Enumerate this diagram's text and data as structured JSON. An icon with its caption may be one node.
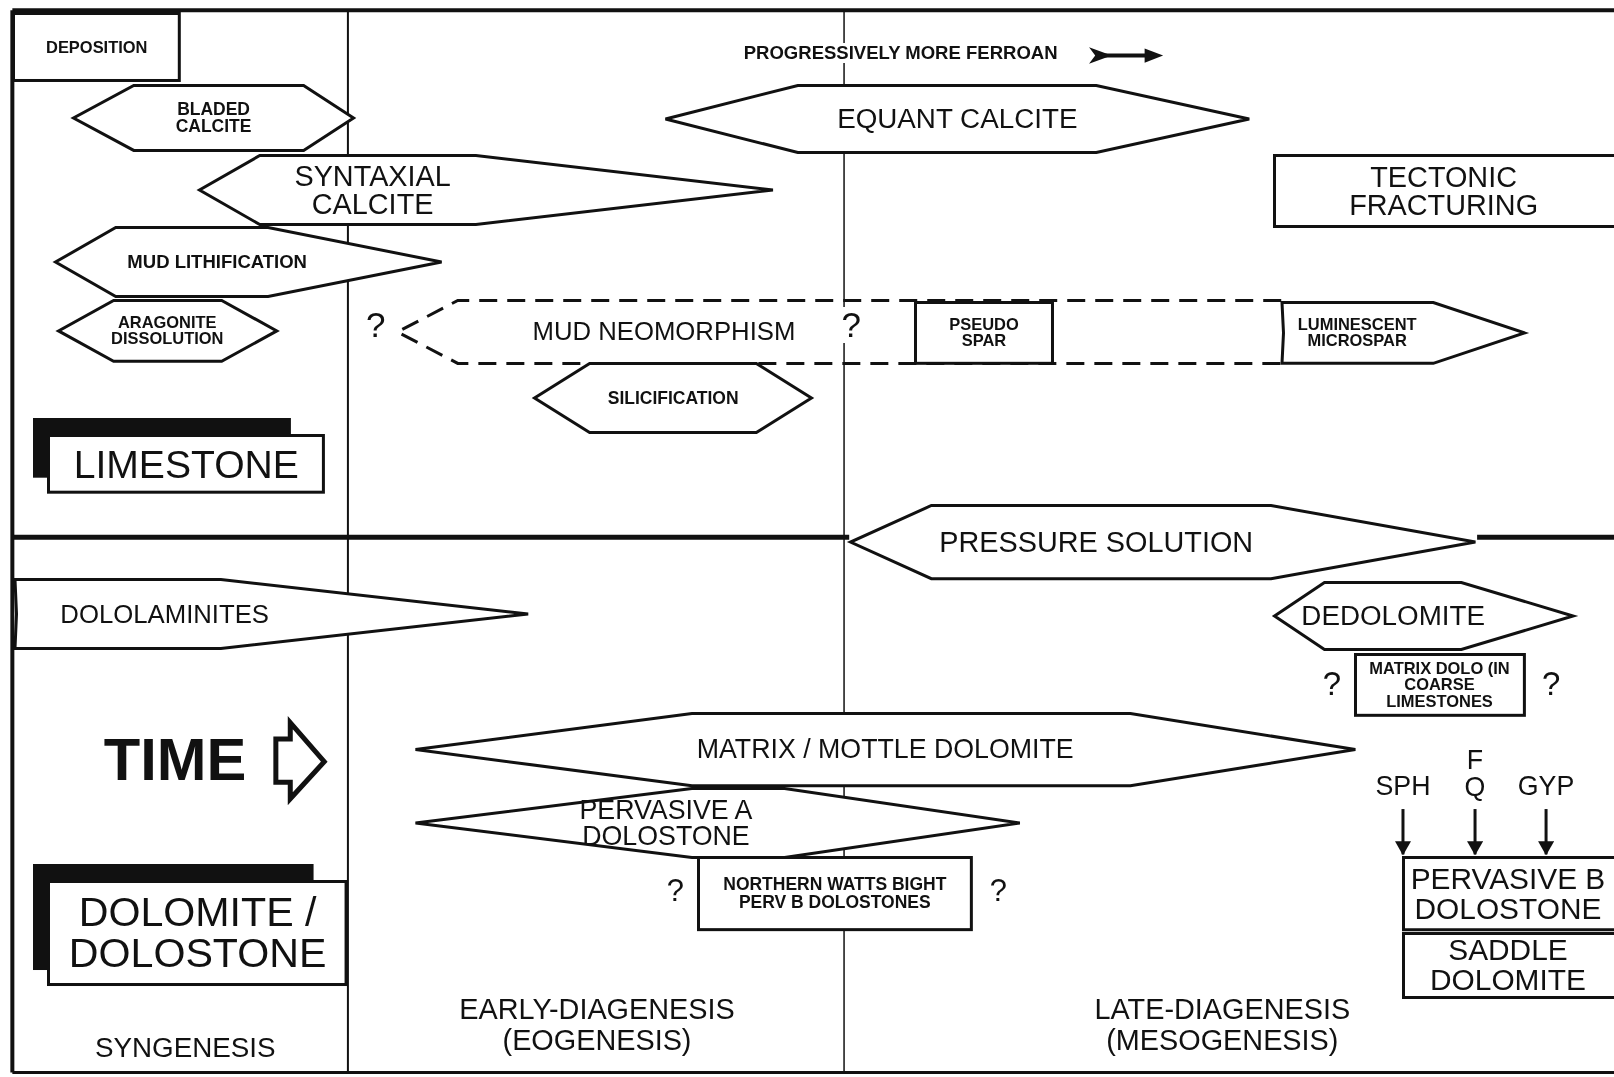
{
  "diagram": {
    "nodes": [
      {
        "text": [
          "DEPOSITION"
        ]
      },
      {
        "text": [
          "BLADED CALCITE"
        ]
      },
      {
        "text": [
          "SYNTAXIAL CALCITE"
        ]
      },
      {
        "text": [
          "EQUANT CALCITE"
        ]
      },
      {
        "text": [
          "TECTONIC FRACTURING"
        ]
      },
      {
        "text": [
          "MUD LITHIFICATION"
        ]
      },
      {
        "text": [
          "ARAGONITE DISSOLUTION"
        ]
      },
      {
        "text": [
          "MUD NEOMORPHISM"
        ]
      },
      {
        "text": [
          "PSEUDO SPAR"
        ],
        "in": 7
      },
      {
        "text": [
          "LUMINESCENT MICROSPAR"
        ]
      },
      {
        "text": [
          "SILICIFICATION"
        ]
      },
      {
        "text": [
          "LIMESTONE"
        ]
      },
      {
        "text": [
          "PRESSURE SOLUTION"
        ]
      },
      {
        "text": [
          "DOLOLAMINITES"
        ]
      },
      {
        "text": [
          "DEDOLOMITE"
        ]
      },
      {
        "text": [
          "MATRIX DOLO (IN COARSE LIMESTONES"
        ]
      },
      {
        "text": [
          "MATRIX / MOTTLE DOLOMITE"
        ]
      },
      {
        "text": [
          "PERVASIVE A DOLOSTONE"
        ]
      },
      {
        "text": [
          "NORTHERN WATTS BIGHT PERV B DOLOSTONES"
        ]
      },
      {
        "text": [
          "PERVASIVE B DOLOSTONE"
        ]
      },
      {
        "text": [
          "SADDLE DOLOMITE"
        ]
      },
      {
        "text": [
          "DOLOMITE / DOLOSTONE"
        ]
      },
      {
        "text": [
          "SPH"
        ]
      },
      {
        "text": [
          "F Q"
        ]
      },
      {
        "text": [
          "GYP"
        ]
      }
    ],
    "edges": [
      {
        "from": 22,
        "to": 19,
        "arrow": "to"
      },
      {
        "from": 23,
        "to": 19,
        "arrow": "to"
      },
      {
        "from": 24,
        "to": 19,
        "arrow": "to"
      }
    ],
    "labels": [
      "PROGRESSIVELY MORE FERROAN",
      "?",
      "?",
      "?",
      "?",
      "TIME",
      "?",
      "?",
      "SYNGENESIS",
      "EARLY-DIAGENESIS (EOGENESIS)",
      "LATE-DIAGENESIS (MESOGENESIS)"
    ]
  }
}
